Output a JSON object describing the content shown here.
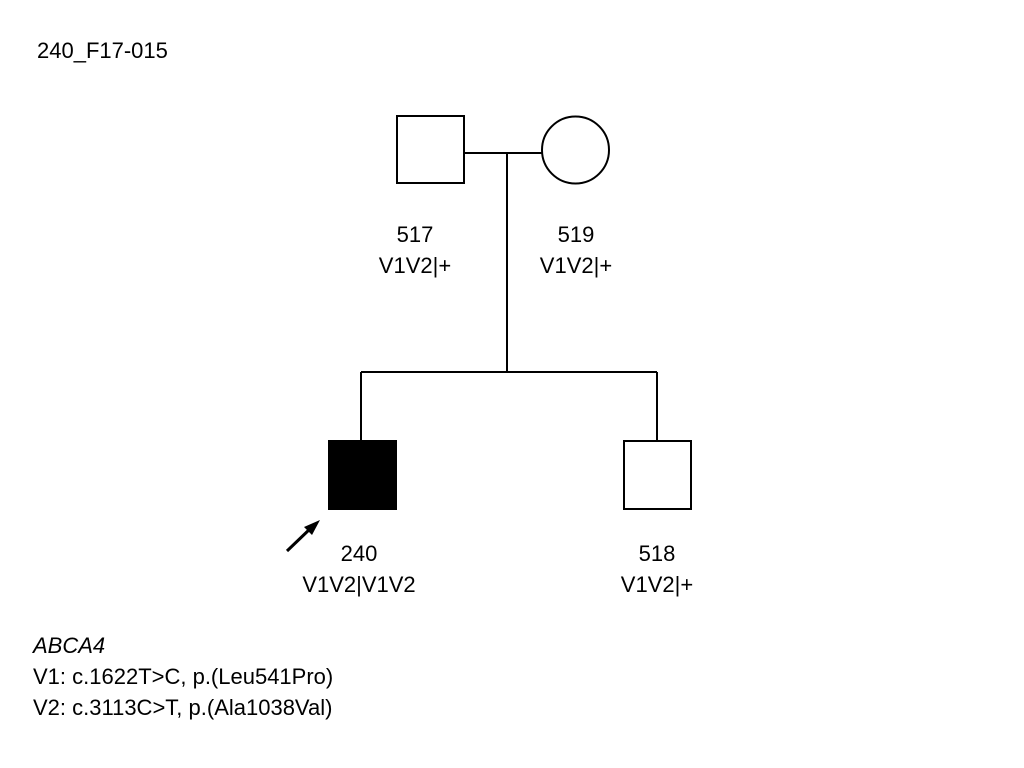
{
  "title": "240_F17-015",
  "colors": {
    "line": "#000000",
    "affected_fill": "#000000",
    "unaffected_fill": "#ffffff"
  },
  "individuals": [
    {
      "id": "517",
      "genotype": "V1V2|+",
      "sex": "male",
      "affected": false,
      "proband": false,
      "generation": 1
    },
    {
      "id": "519",
      "genotype": "V1V2|+",
      "sex": "female",
      "affected": false,
      "proband": false,
      "generation": 1
    },
    {
      "id": "240",
      "genotype": "V1V2|V1V2",
      "sex": "male",
      "affected": true,
      "proband": true,
      "generation": 2
    },
    {
      "id": "518",
      "genotype": "V1V2|+",
      "sex": "male",
      "affected": false,
      "proband": false,
      "generation": 2
    }
  ],
  "legend": {
    "gene": "ABCA4",
    "variants": [
      "V1: c.1622T>C, p.(Leu541Pro)",
      "V2: c.3113C>T, p.(Ala1038Val)"
    ]
  }
}
